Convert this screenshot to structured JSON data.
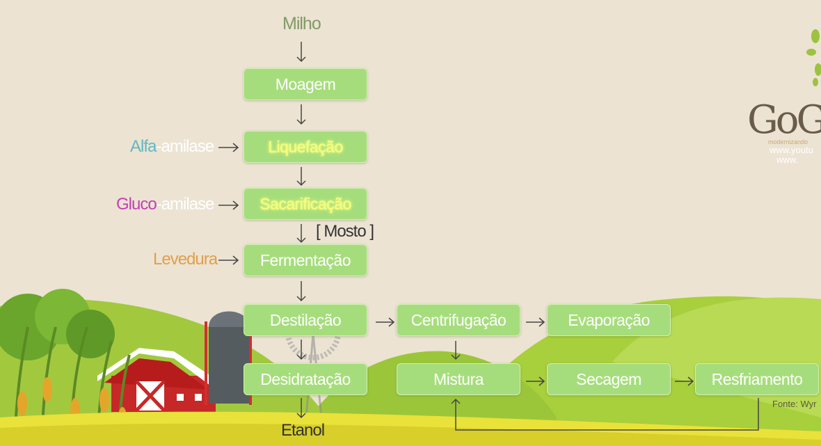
{
  "diagram": {
    "input_top": "Milho",
    "output_bottom": "Etanol",
    "steps": {
      "moagem": "Moagem",
      "liquefacao": "Liquefação",
      "sacarificacao": "Sacarificação",
      "fermentacao": "Fermentação",
      "destilacao": "Destilação",
      "desidratacao": "Desidratação",
      "centrifugacao": "Centrifugação",
      "evaporacao": "Evaporação",
      "mistura": "Mistura",
      "secagem": "Secagem",
      "resfriamento": "Resfriamento"
    },
    "inputs": {
      "alfa_prefix": "Alfa",
      "alfa_suffix": "-amilase",
      "gluco_prefix": "Gluco",
      "gluco_suffix": "-amilase",
      "levedura": "Levedura"
    },
    "mosto": "[ Mosto ]"
  },
  "branding": {
    "logo": "GoG",
    "tagline": "modernizando",
    "url1": "www.youtu",
    "url2": "www."
  },
  "source": "Fonte: Wyr",
  "colors": {
    "box_fill": "#a6dd7c",
    "alfa": "#5fb8c4",
    "gluco": "#c43fb6",
    "levedura": "#e0a04a",
    "amilase": "#ffffff",
    "milho": "#7f9a62"
  }
}
